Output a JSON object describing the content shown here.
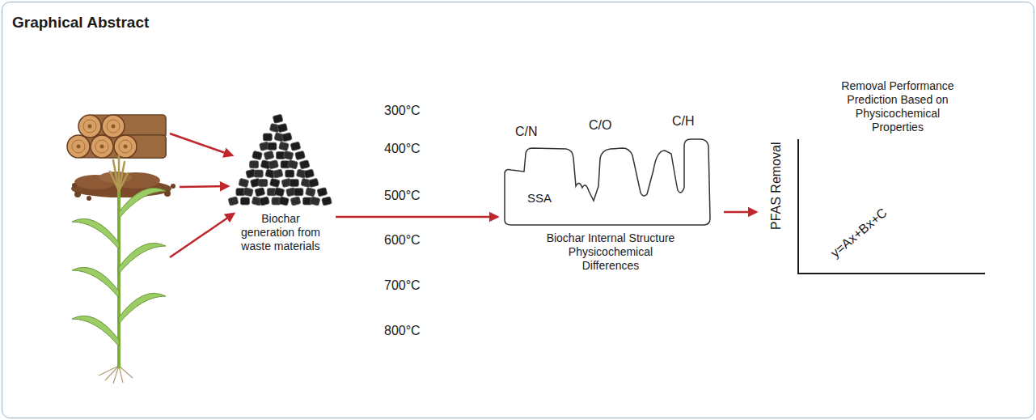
{
  "diagram": {
    "title": "Graphical Abstract",
    "nodes": [
      {
        "text": [
          "Biochar generation from waste materials"
        ]
      },
      {
        "text": [
          "C/N",
          "C/O",
          "C/H",
          "SSA",
          "Biochar Internal Structure Physicochemical Differences"
        ]
      },
      {
        "text": [
          "Removal Performance Prediction Based on Physicochemical Properties",
          "PFAS Removal",
          "y=Ax+Bx+C"
        ]
      }
    ],
    "edges": [
      {
        "from": 0,
        "to": 1,
        "arrow": "to"
      },
      {
        "from": 1,
        "to": 2,
        "arrow": "to"
      }
    ],
    "labels": [
      "300°C",
      "400°C",
      "500°C",
      "600°C",
      "700°C",
      "800°C"
    ]
  }
}
